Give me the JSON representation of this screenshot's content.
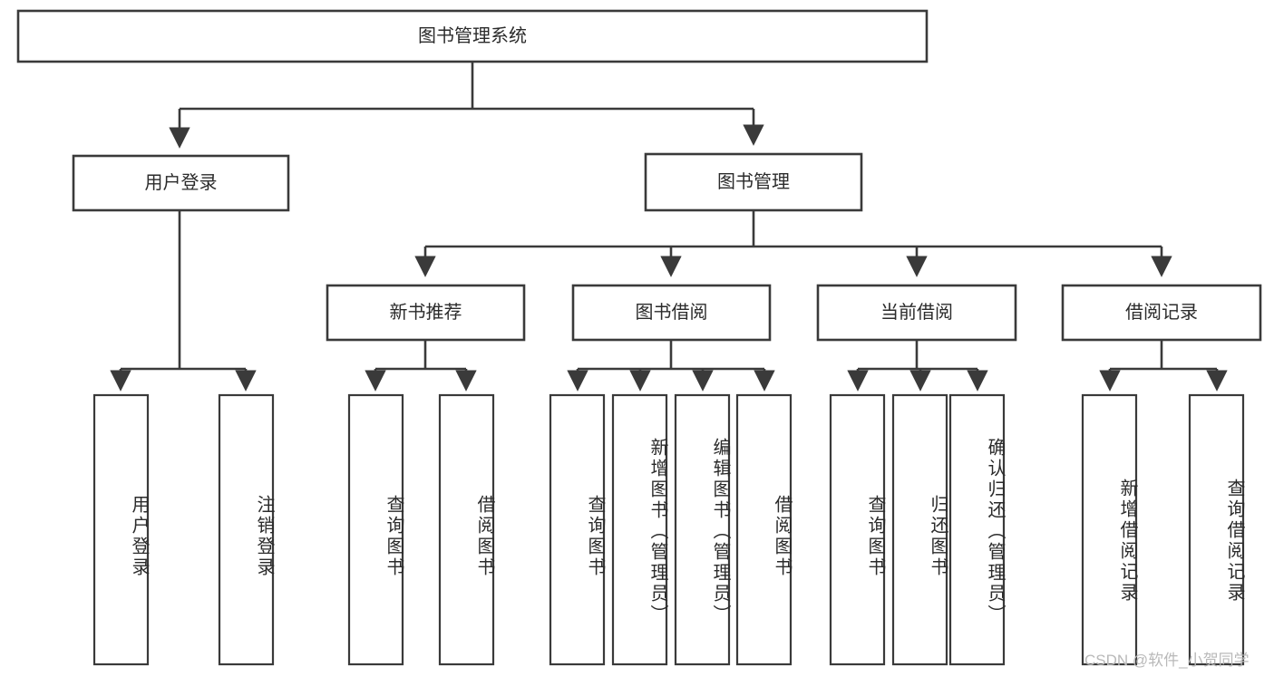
{
  "diagram": {
    "type": "hierarchy-tree",
    "title": "图书管理系统",
    "watermark": "CSDN @软件_小贺同学",
    "colors": {
      "stroke": "#3a3a3a",
      "fill": "#ffffff",
      "text": "#2b2b2b",
      "watermark": "#b9b9b9"
    },
    "root": {
      "label": "图书管理系统"
    },
    "level1": [
      {
        "label": "用户登录"
      },
      {
        "label": "图书管理"
      }
    ],
    "level2": [
      {
        "label": "新书推荐"
      },
      {
        "label": "图书借阅"
      },
      {
        "label": "当前借阅"
      },
      {
        "label": "借阅记录"
      }
    ],
    "leaves": {
      "user_login": [
        {
          "label": "用户登录"
        },
        {
          "label": "注销登录"
        }
      ],
      "new_book": [
        {
          "label": "查询图书"
        },
        {
          "label": "借阅图书"
        }
      ],
      "book_borrow": [
        {
          "label": "查询图书"
        },
        {
          "label": "新增图书（管理员）"
        },
        {
          "label": "编辑图书（管理员）"
        },
        {
          "label": "借阅图书"
        }
      ],
      "current_borrow": [
        {
          "label": "查询图书"
        },
        {
          "label": "归还图书"
        },
        {
          "label": "确认归还（管理员）"
        }
      ],
      "borrow_record": [
        {
          "label": "新增借阅记录"
        },
        {
          "label": "查询借阅记录"
        }
      ]
    }
  }
}
